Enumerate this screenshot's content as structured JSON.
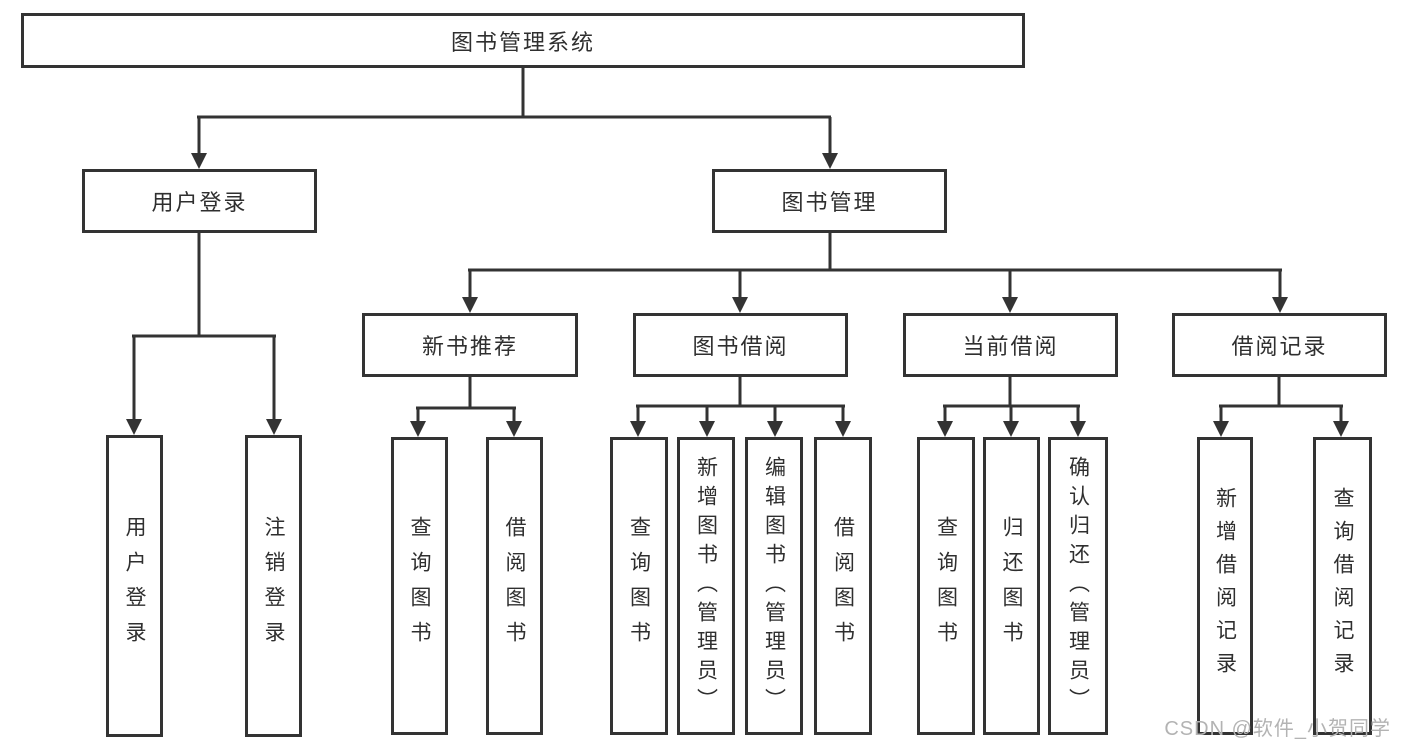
{
  "tree": {
    "root": "图书管理系统",
    "level2": {
      "login": "用户登录",
      "manage": "图书管理"
    },
    "login_children": [
      "用户登录",
      "注销登录"
    ],
    "manage_children": [
      "新书推荐",
      "图书借阅",
      "当前借阅",
      "借阅记录"
    ],
    "newbook_children": [
      "查询图书",
      "借阅图书"
    ],
    "borrow_children": [
      "查询图书",
      "新增图书（管理员）",
      "编辑图书（管理员）",
      "借阅图书"
    ],
    "current_children": [
      "查询图书",
      "归还图书",
      "确认归还（管理员）"
    ],
    "record_children": [
      "新增借阅记录",
      "查询借阅记录"
    ]
  },
  "watermark": "CSDN @软件_小贺同学",
  "colors": {
    "line": "#333333",
    "text": "#2f2f2f",
    "watermark": "#b3b3b3",
    "background": "#ffffff"
  }
}
